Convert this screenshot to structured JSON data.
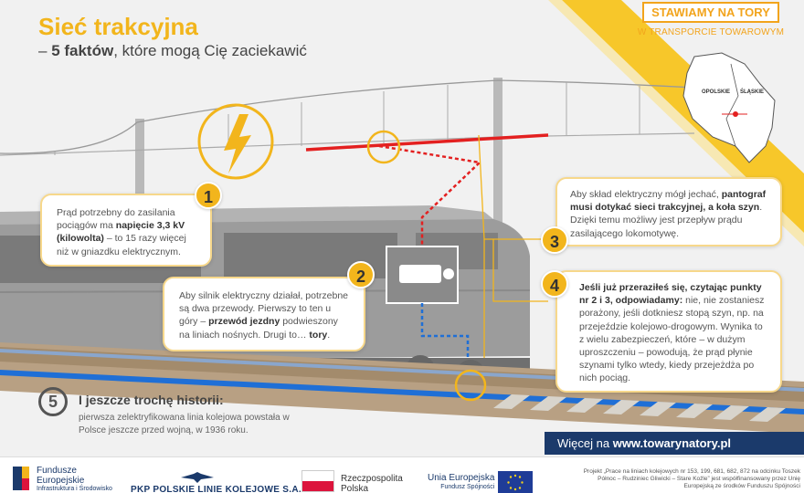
{
  "header": {
    "title": "Sieć trakcyjna",
    "subtitle_prefix": "– ",
    "subtitle_bold": "5 faktów",
    "subtitle_rest": ", które mogą Cię zaciekawić"
  },
  "brand": {
    "main": "STAWIAMY NA TORY",
    "sub": "W TRANSPORCIE TOWAROWYM"
  },
  "map": {
    "labels": [
      "OPOLSKIE",
      "ŚLĄSKIE"
    ]
  },
  "facts": {
    "f1": {
      "number": "1",
      "t1": "Prąd potrzebny do zasilania pociągów ma ",
      "b1": "napięcie 3,3 kV (kilowolta)",
      "t2": " – to 15 razy więcej niż w gniazdku elektrycznym."
    },
    "f2": {
      "number": "2",
      "t1": "Aby silnik elektryczny działał, potrzebne są dwa przewody. Pierwszy to ten u góry – ",
      "b1": "przewód jezdny",
      "t2": " podwieszony na liniach nośnych. Drugi to… ",
      "b2": "tory",
      "t3": "."
    },
    "f3": {
      "number": "3",
      "t1": "Aby skład elektryczny mógł jechać, ",
      "b1": "pantograf musi dotykać sieci trakcyjnej, a koła szyn",
      "t2": ". Dzięki temu możliwy jest przepływ prądu zasilającego lokomotywę."
    },
    "f4": {
      "number": "4",
      "b1": "Jeśli już przeraziłeś się, czytając punkty nr 2 i 3, odpowiadamy:",
      "t1": " nie, nie zostaniesz porażony, jeśli dotkniesz stopą szyn, np. na przejeździe kolejowo-drogowym. Wynika to z wielu zabezpieczeń, które – w dużym uproszczeniu – powodują, że prąd płynie szynami tylko wtedy, kiedy przejeżdża po nich pociąg."
    },
    "f5": {
      "number": "5",
      "title": "I jeszcze trochę historii:",
      "body": "pierwsza zelektryfikowana linia kolejowa powstała w Polsce jeszcze przed wojną, w 1936 roku."
    }
  },
  "web": {
    "prefix": "Więcej na ",
    "url": "www.towarynatory.pl"
  },
  "footer": {
    "fe_line1": "Fundusze",
    "fe_line2": "Europejskie",
    "fe_line3": "Infrastruktura i Środowisko",
    "pkp": "PKP POLSKIE LINIE KOLEJOWE S.A.",
    "rp_line1": "Rzeczpospolita",
    "rp_line2": "Polska",
    "eu_line1": "Unia Europejska",
    "eu_line2": "Fundusz Spójności",
    "project": "Projekt „Prace na liniach kolejowych nr 153, 199, 681, 682, 872 na odcinku Toszek Północ – Rudziniec Gliwicki – Stare Koźle” jest współfinansowany przez Unię Europejską ze środków Funduszu Spójności"
  },
  "colors": {
    "accent": "#f2b51c",
    "navy": "#1b3a6b",
    "wire_red": "#e32020",
    "wire_blue": "#1f6fd6"
  }
}
